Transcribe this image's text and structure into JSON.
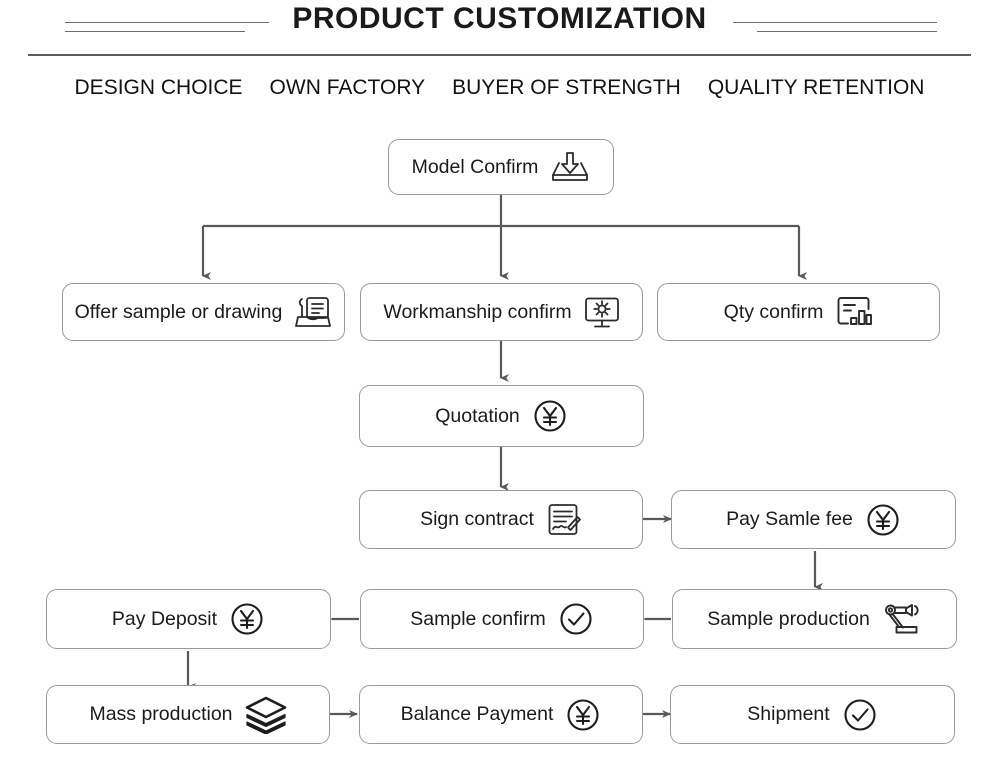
{
  "header": {
    "title": "PRODUCT CUSTOMIZATION",
    "rule_left_top": "decorative-rule",
    "rule_left_bottom": "decorative-rule",
    "rule_right_top": "decorative-rule",
    "rule_right_bottom": "decorative-rule"
  },
  "subtitles": [
    {
      "label": "DESIGN CHOICE"
    },
    {
      "label": "OWN FACTORY"
    },
    {
      "label": "BUYER OF STRENGTH"
    },
    {
      "label": "QUALITY RETENTION"
    }
  ],
  "flow": {
    "nodes": [
      {
        "id": "model-confirm",
        "label": "Model Confirm",
        "icon": "download-tray-icon"
      },
      {
        "id": "offer-sample",
        "label": "Offer sample or drawing",
        "icon": "printer-document-icon"
      },
      {
        "id": "workmanship",
        "label": "Workmanship confirm",
        "icon": "monitor-gear-icon"
      },
      {
        "id": "qty-confirm",
        "label": "Qty confirm",
        "icon": "bar-report-icon"
      },
      {
        "id": "quotation",
        "label": "Quotation",
        "icon": "yen-circle-icon"
      },
      {
        "id": "sign-contract",
        "label": "Sign contract",
        "icon": "signed-document-icon"
      },
      {
        "id": "pay-sample-fee",
        "label": "Pay Samle fee",
        "icon": "yen-circle-icon"
      },
      {
        "id": "sample-production",
        "label": "Sample production",
        "icon": "robot-arm-icon"
      },
      {
        "id": "sample-confirm",
        "label": "Sample confirm",
        "icon": "check-circle-icon"
      },
      {
        "id": "pay-deposit",
        "label": "Pay Deposit",
        "icon": "yen-circle-icon"
      },
      {
        "id": "mass-production",
        "label": "Mass production",
        "icon": "layers-stack-icon"
      },
      {
        "id": "balance-payment",
        "label": "Balance Payment",
        "icon": "yen-circle-icon"
      },
      {
        "id": "shipment",
        "label": "Shipment",
        "icon": "check-circle-icon"
      }
    ]
  },
  "colors": {
    "node_border": "#9a9a9a",
    "connector": "#595959",
    "text": "#1b1b1b",
    "rule": "#6d6d6d",
    "background": "#ffffff"
  }
}
